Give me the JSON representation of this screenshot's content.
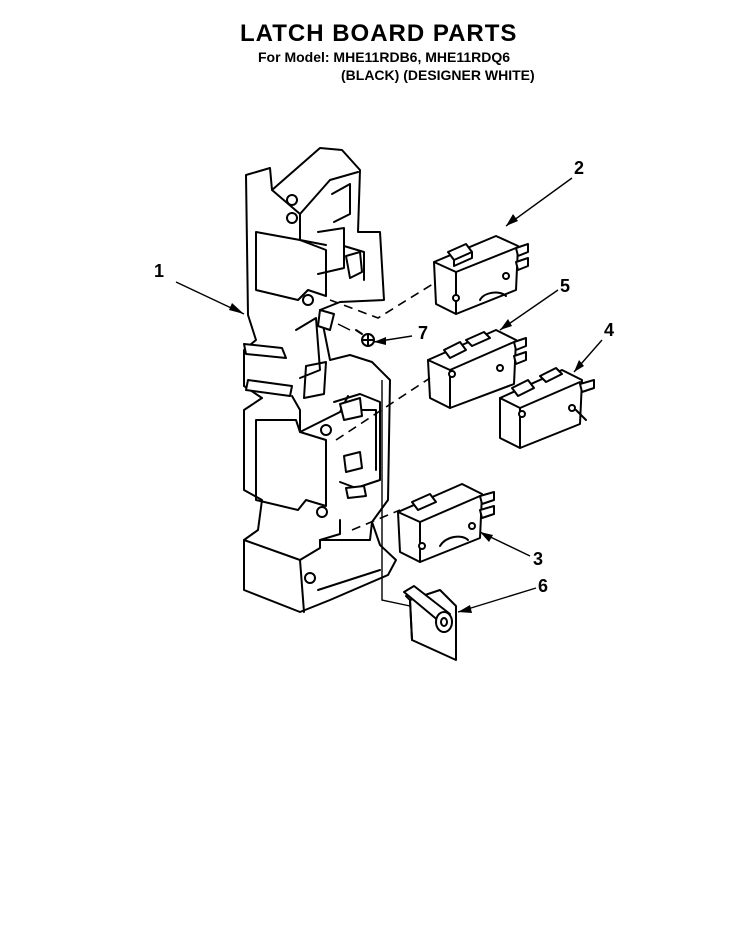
{
  "header": {
    "title": "LATCH BOARD PARTS",
    "model_line": "For Model: MHE11RDB6, MHE11RDQ6",
    "color_line": "(BLACK)  (DESIGNER WHITE)"
  },
  "callouts": [
    {
      "id": "1",
      "label": "1"
    },
    {
      "id": "2",
      "label": "2"
    },
    {
      "id": "3",
      "label": "3"
    },
    {
      "id": "4",
      "label": "4"
    },
    {
      "id": "5",
      "label": "5"
    },
    {
      "id": "6",
      "label": "6"
    },
    {
      "id": "7",
      "label": "7"
    }
  ]
}
